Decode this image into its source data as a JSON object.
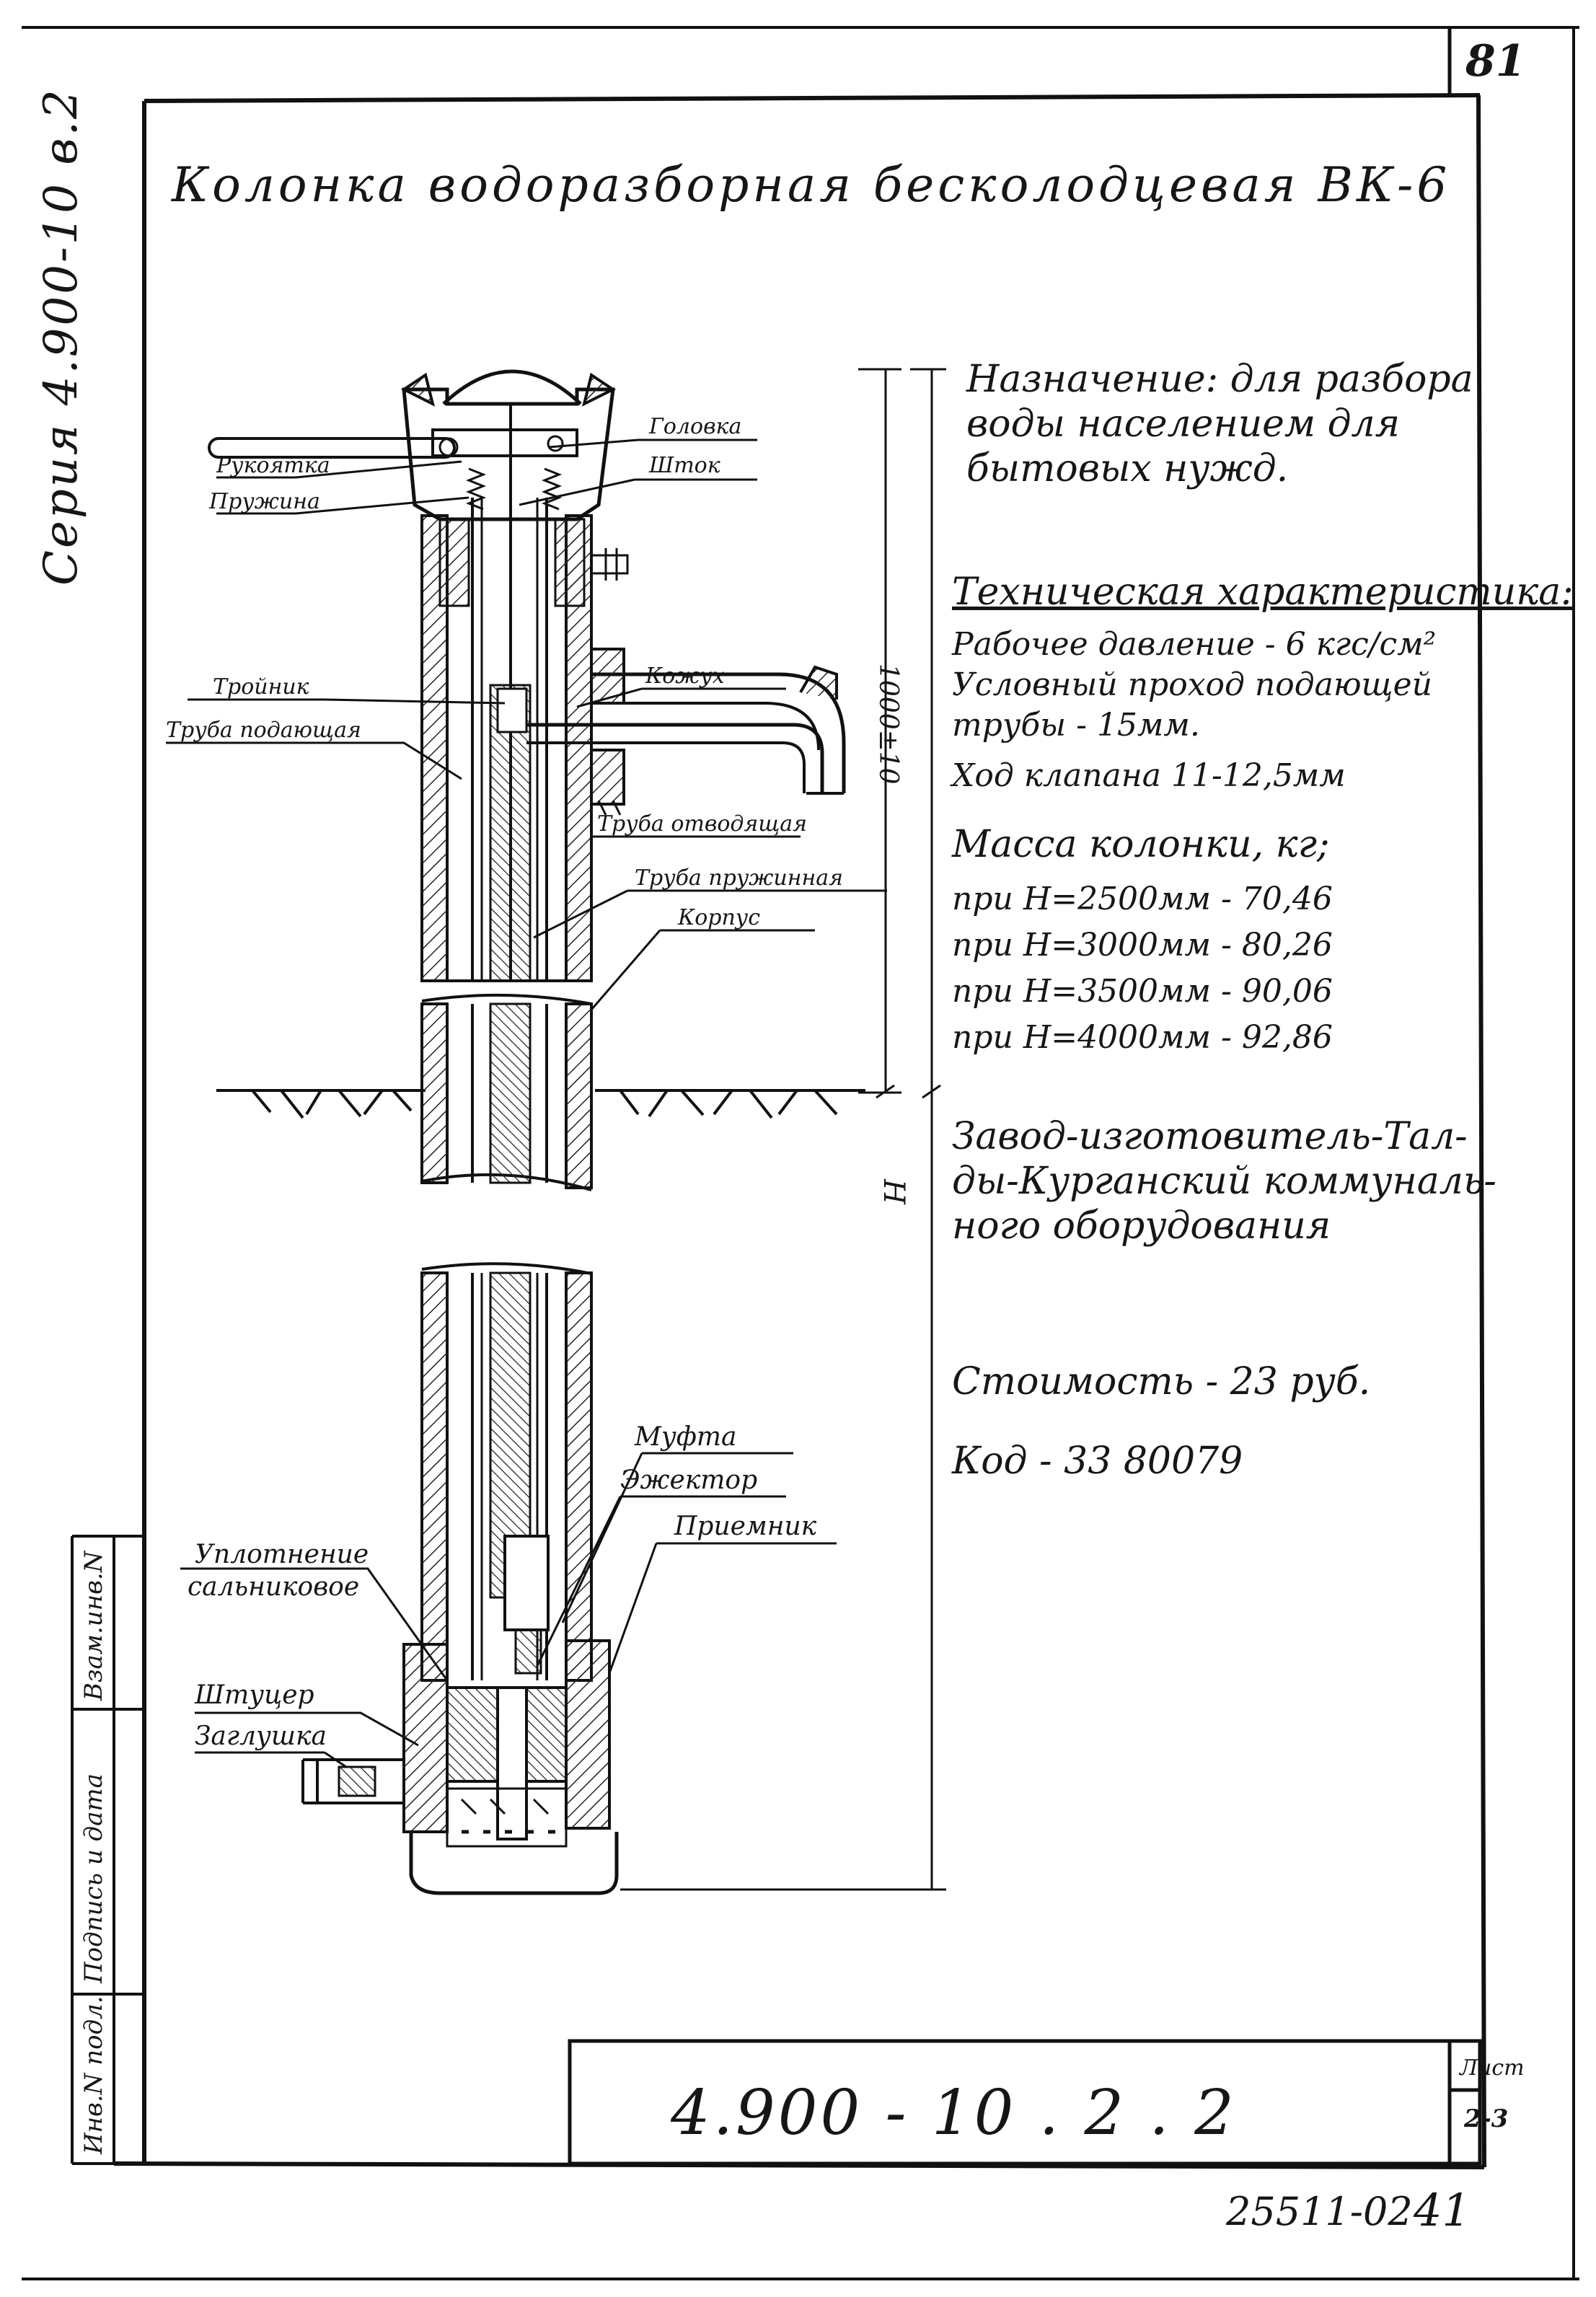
{
  "title": "Колонка водоразборная бесколодцевая ВК-6",
  "series": "Серия 4.900-10 в.2",
  "corner_number": "81",
  "purpose": {
    "lines": [
      "Назначение: для разбора",
      "воды населением для",
      "бытовых нужд."
    ]
  },
  "tech": {
    "heading": "Техническая характеристика:",
    "lines": [
      "Рабочее давление - 6 кгс/см²",
      "Условный проход подающей",
      "трубы - 15мм.",
      "Ход клапана 11-12,5мм"
    ]
  },
  "mass": {
    "heading": "Масса колонки, кг;",
    "rows": [
      "при H=2500мм - 70,46",
      "при H=3000мм - 80,26",
      "при H=3500мм - 90,06",
      "при H=4000мм - 92,86"
    ]
  },
  "factory": {
    "lines": [
      "Завод-изготовитель-Тал-",
      "ды-Курганский коммуналь-",
      "ного оборудования"
    ]
  },
  "cost": "Стоимость - 23 руб.",
  "code": "Код - 33 80079",
  "labels": {
    "golovka": "Головка",
    "shtok": "Шток",
    "rukoyatka": "Рукоятка",
    "pruzhina": "Пружина",
    "kozhukh": "Кожух",
    "troynik": "Тройник",
    "truba_podayushchaya": "Труба подающая",
    "truba_otvodyashchaya": "Труба отводящая",
    "truba_pruzhinnaya": "Труба пружинная",
    "korpus": "Корпус",
    "mufta": "Муфта",
    "ezhektor": "Эжектор",
    "priemnik": "Приемник",
    "uplotnenie_1": "Уплотнение",
    "uplotnenie_2": "сальниковое",
    "shtutser": "Штуцер",
    "zaglushka": "Заглушка"
  },
  "dims": {
    "d1000": "1000±10",
    "H": "H"
  },
  "stamp": {
    "code": "4.900 - 10 . 2 . 2",
    "sheet_label": "Лист",
    "sheet_number": "2-3"
  },
  "side_cells": [
    "Взам.инв.N",
    "Подпись и дата",
    "Инв.N подл."
  ],
  "bottom": {
    "code": "25511-02",
    "page": "41"
  }
}
